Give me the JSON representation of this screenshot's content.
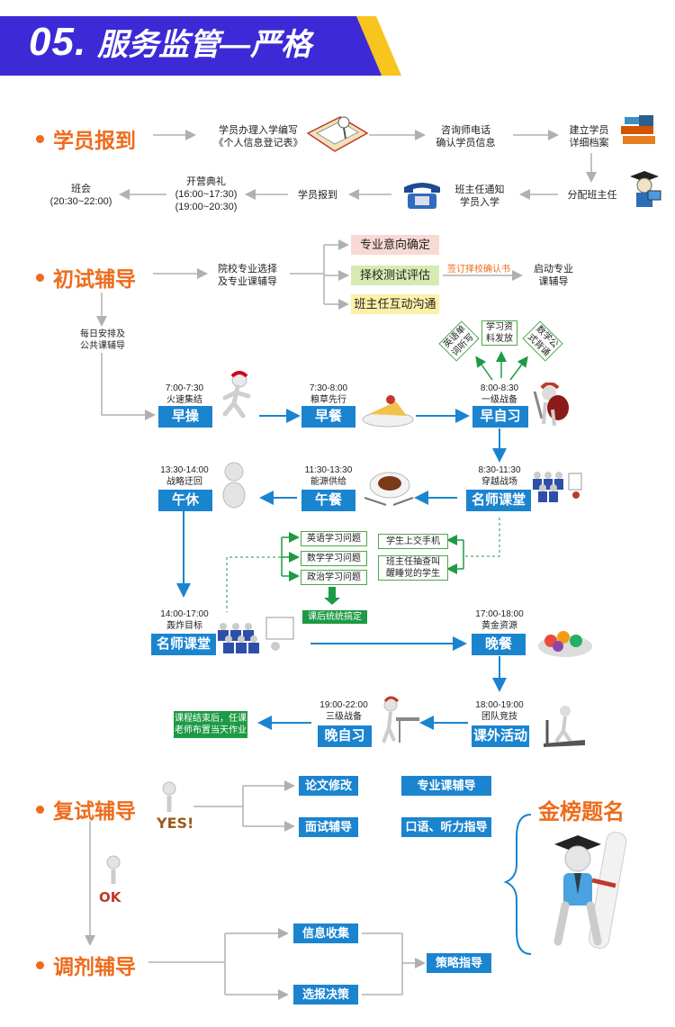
{
  "banner": {
    "number": "05.",
    "title": "服务监管—严格"
  },
  "sections": {
    "reg": "学员报到",
    "initial": "初试辅导",
    "retest": "复试辅导",
    "adjust": "调剂辅导"
  },
  "reg_flow": {
    "fill_form": "学员办理入学编写\n《个人信息登记表》",
    "consultant_call": "咨询师电话\n确认学员信息",
    "build_file": "建立学员\n详细档案",
    "assign_teacher": "分配班主任",
    "teacher_notice": "班主任通知\n学员入学",
    "student_report": "学员报到",
    "opening": "开营典礼\n(16:00~17:30)\n(19:00~20:30)",
    "class_meeting": "班会\n(20:30~22:00)"
  },
  "initial_flow": {
    "school_select": "院校专业选择\n及专业课辅导",
    "opt_intent": "专业意向确定",
    "opt_eval": "择校测试评估",
    "opt_comm": "班主任互动沟通",
    "sign_letter": "签订择校确认书",
    "start_course": "启动专业\n课辅导",
    "daily": "每日安排及\n公共课辅导"
  },
  "tips": {
    "english_words": "英语单\n词听写",
    "study_materials": "学习资\n料发放",
    "math_formula": "数学公\n式背诵"
  },
  "schedule": {
    "morning_ex_time": "7:00-7:30\n火速集结",
    "morning_ex": "早操",
    "breakfast_time": "7:30-8:00\n粮草先行",
    "breakfast": "早餐",
    "morning_study_time": "8:00-8:30\n一级战备",
    "morning_study": "早自习",
    "class1_time": "8:30-11:30\n穿越战场",
    "class1": "名师课堂",
    "lunch_time": "11:30-13:30\n能源供给",
    "lunch": "午餐",
    "nap_time": "13:30-14:00\n战略迂回",
    "nap": "午休",
    "class2_time": "14:00-17:00\n轰炸目标",
    "class2": "名师课堂",
    "dinner_time": "17:00-18:00\n黄金资源",
    "dinner": "晚餐",
    "sport_time": "18:00-19:00\n团队竞技",
    "sport": "课外活动",
    "evening_time": "19:00-22:00\n三级战备",
    "evening": "晚自习",
    "homework": "课程结束后，任课\n老师布置当天作业"
  },
  "questions": {
    "english": "英语学习问题",
    "math": "数学学习问题",
    "politics": "政治学习问题",
    "after_class": "课后统统搞定",
    "phones": "学生上交手机",
    "check_sleep": "班主任抽查叫\n醒睡觉的学生"
  },
  "retest": {
    "thesis": "论文修改",
    "major_course": "专业课辅导",
    "interview": "面试辅导",
    "oral_listen": "口语、听力指导",
    "yes_text": "YES!"
  },
  "adjust": {
    "info": "信息收集",
    "choice": "选报决策",
    "strategy": "策略指导",
    "ok_text": "OK"
  },
  "gold_list": "金榜题名",
  "colors": {
    "banner_purple": "#3d2ad6",
    "banner_yellow": "#f7c51e",
    "orange": "#ee6b1c",
    "blue": "#1b84cf",
    "green": "#1e9a44",
    "grey_line": "#aaaaaa"
  }
}
